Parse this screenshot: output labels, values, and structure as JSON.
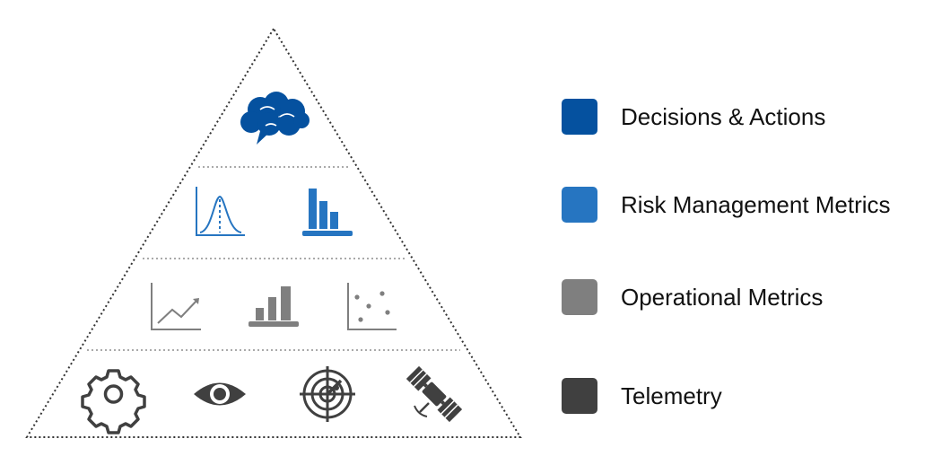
{
  "legend": {
    "decisions": {
      "label": "Decisions & Actions",
      "color": "#05519f"
    },
    "risk": {
      "label": "Risk Management Metrics",
      "color": "#2675c1"
    },
    "operational": {
      "label": "Operational Metrics",
      "color": "#7f7f7f"
    },
    "telemetry": {
      "label": "Telemetry",
      "color": "#404040"
    }
  },
  "pyramid": {
    "tiers": [
      {
        "tier": "decisions",
        "icons": [
          "brain-icon"
        ]
      },
      {
        "tier": "risk",
        "icons": [
          "bell-curve-icon",
          "bar-chart-icon"
        ]
      },
      {
        "tier": "operational",
        "icons": [
          "trend-line-icon",
          "bar-chart-icon",
          "scatter-plot-icon"
        ]
      },
      {
        "tier": "telemetry",
        "icons": [
          "gear-icon",
          "eye-icon",
          "radar-icon",
          "satellite-icon"
        ]
      }
    ]
  }
}
